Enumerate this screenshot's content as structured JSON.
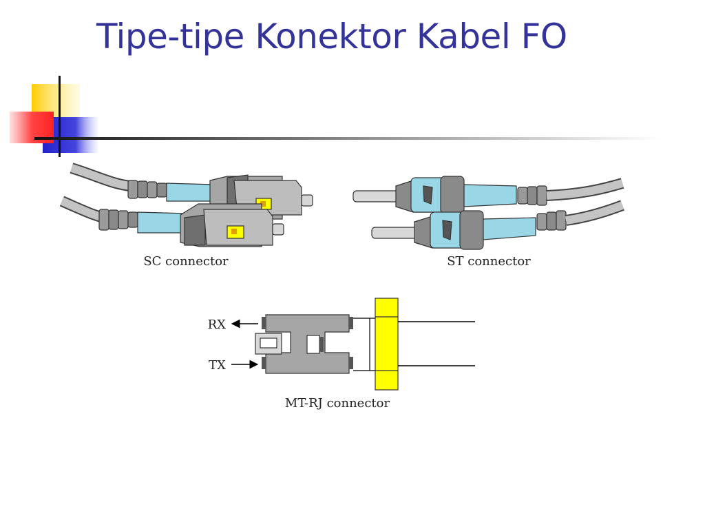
{
  "slide": {
    "title": "Tipe-tipe Konektor Kabel FO"
  },
  "diagram": {
    "sc_label": "SC connector",
    "st_label": "ST connector",
    "mtrj_label": "MT-RJ connector",
    "rx_label": "RX",
    "tx_label": "TX"
  },
  "colors": {
    "title": "#333399",
    "boot": "#99d6e6",
    "housing": "#a6a6a6",
    "plate": "#ffff00",
    "cable": "#bdbdbd"
  }
}
